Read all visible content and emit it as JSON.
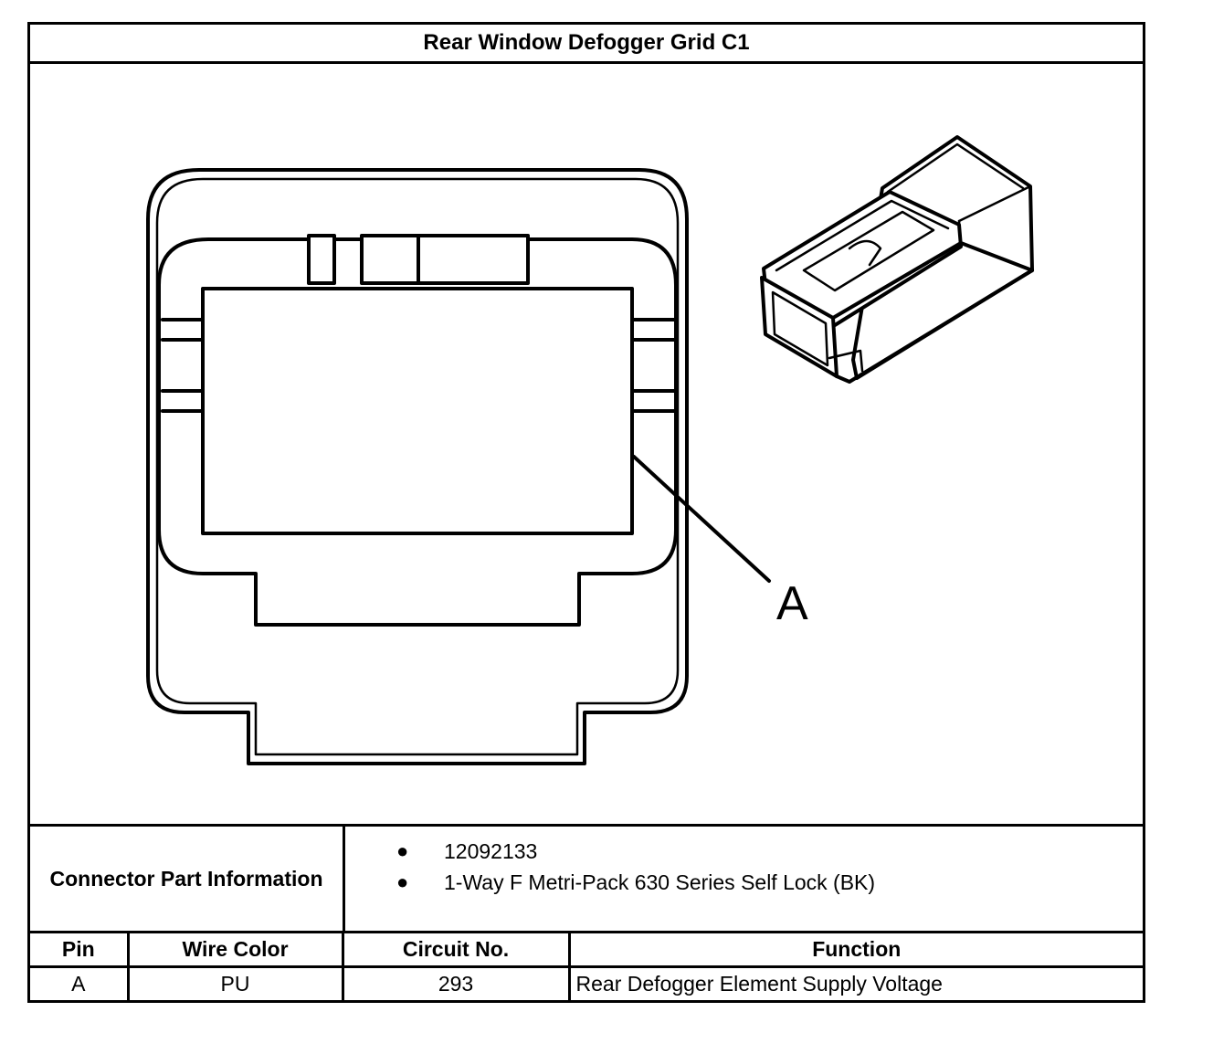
{
  "title": "Rear Window Defogger Grid C1",
  "diagram": {
    "callout_label": "A"
  },
  "connector_info": {
    "label": "Connector Part Information",
    "items": [
      "12092133",
      "1-Way F Metri-Pack 630 Series Self Lock (BK)"
    ]
  },
  "pin_table": {
    "headers": {
      "pin": "Pin",
      "wire_color": "Wire Color",
      "circuit_no": "Circuit No.",
      "function": "Function"
    },
    "rows": [
      {
        "pin": "A",
        "wire_color": "PU",
        "circuit_no": "293",
        "function": "Rear Defogger Element Supply Voltage"
      }
    ]
  }
}
